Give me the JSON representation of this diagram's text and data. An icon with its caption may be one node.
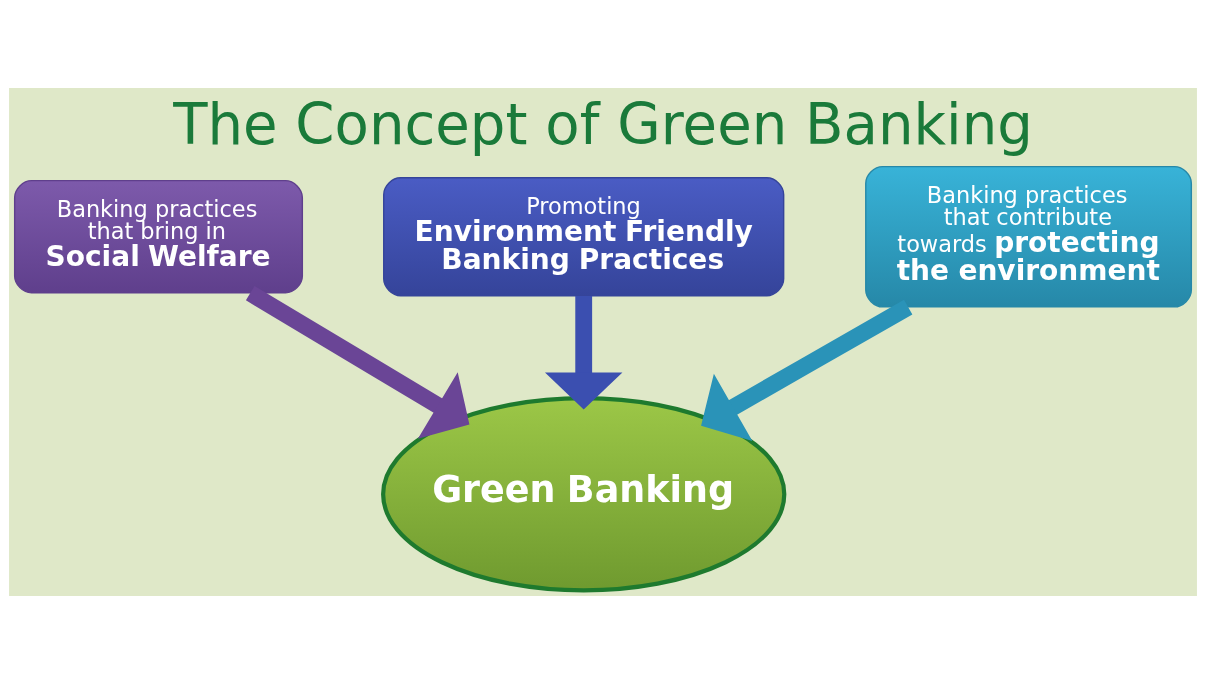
{
  "diagram": {
    "title": "The Concept of Green Banking",
    "nodes": [
      {
        "text": [
          "Promoting",
          "**Environment Friendly Banking Practices**"
        ]
      },
      {
        "text": [
          "Banking practices that bring in",
          "**Social Welfare**"
        ]
      },
      {
        "text": [
          "Banking practices that contribute towards **protecting the environment**"
        ]
      },
      {
        "text": [
          "**Green Banking**"
        ]
      }
    ],
    "edges": [
      {
        "from": 1,
        "to": 3,
        "arrow": "to",
        "color": "#6a4596"
      },
      {
        "from": 0,
        "to": 3,
        "arrow": "to",
        "color": "#3b4fb0"
      },
      {
        "from": 2,
        "to": 3,
        "arrow": "to",
        "color": "#2a93b8"
      }
    ]
  }
}
